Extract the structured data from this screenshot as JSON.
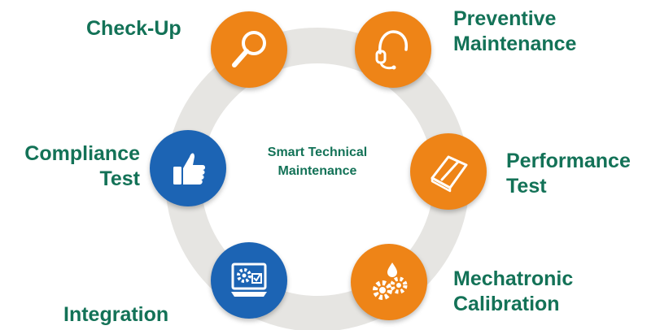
{
  "diagram": {
    "center_title_line1": "Smart Technical",
    "center_title_line2": "Maintenance",
    "nodes": [
      {
        "line1": "Check-Up",
        "line2": "",
        "icon": "magnifier-icon",
        "color": "#ee8417"
      },
      {
        "line1": "Preventive",
        "line2": "Maintenance",
        "icon": "headset-icon",
        "color": "#ee8417"
      },
      {
        "line1": "Performance",
        "line2": "Test",
        "icon": "notebook-pen-icon",
        "color": "#ee8417"
      },
      {
        "line1": "Mechatronic",
        "line2": "Calibration",
        "icon": "gears-oil-drop-icon",
        "color": "#ee8417"
      },
      {
        "line1": "Integration",
        "line2": "",
        "icon": "monitor-gear-icon",
        "color": "#1c64b4"
      },
      {
        "line1": "Compliance",
        "line2": "Test",
        "icon": "thumbs-up-icon",
        "color": "#1c64b4"
      }
    ],
    "colors": {
      "ring": "#e6e5e2",
      "text": "#137257",
      "orange": "#ee8417",
      "blue": "#1c64b4"
    }
  }
}
